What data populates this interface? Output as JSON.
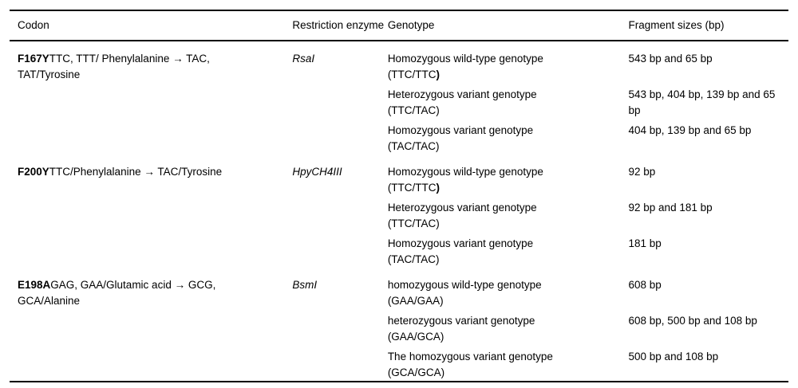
{
  "table": {
    "columns": [
      {
        "key": "codon",
        "label": "Codon"
      },
      {
        "key": "enzyme",
        "label": "Restriction enzyme"
      },
      {
        "key": "genotype",
        "label": "Genotype"
      },
      {
        "key": "fragment",
        "label": "Fragment sizes (bp)"
      }
    ],
    "rows": [
      {
        "codon_code": "F167Y",
        "codon_rest": "TTC, TTT/ Phenylalanine → TAC, TAT/Tyrosine",
        "enzyme": "RsaI",
        "entries": [
          {
            "genotype_line1": "Homozygous wild-type genotype",
            "genotype_line2_open": "(TTC/TTC",
            "genotype_line2_close": ")",
            "fragment": "543 bp and 65 bp"
          },
          {
            "genotype_line1": "Heterozygous variant genotype",
            "genotype_line2_open": "(TTC/TAC)",
            "genotype_line2_close": "",
            "fragment": "543 bp, 404 bp, 139 bp and 65 bp"
          },
          {
            "genotype_line1": "Homozygous variant genotype",
            "genotype_line2_open": "(TAC/TAC)",
            "genotype_line2_close": "",
            "fragment": "404 bp, 139 bp and 65 bp"
          }
        ]
      },
      {
        "codon_code": "F200Y",
        "codon_rest": "TTC/Phenylalanine → TAC/Tyrosine",
        "enzyme": "HpyCH4III",
        "entries": [
          {
            "genotype_line1": "Homozygous wild-type genotype",
            "genotype_line2_open": "(TTC/TTC",
            "genotype_line2_close": ")",
            "fragment": "92 bp"
          },
          {
            "genotype_line1": "Heterozygous variant genotype",
            "genotype_line2_open": "(TTC/TAC)",
            "genotype_line2_close": "",
            "fragment": "92 bp and 181 bp"
          },
          {
            "genotype_line1": "Homozygous variant genotype",
            "genotype_line2_open": "(TAC/TAC)",
            "genotype_line2_close": "",
            "fragment": "181 bp"
          }
        ]
      },
      {
        "codon_code": "E198A",
        "codon_rest": "GAG, GAA/Glutamic acid → GCG, GCA/Alanine",
        "enzyme": "BsmI",
        "entries": [
          {
            "genotype_line1": "homozygous wild-type genotype",
            "genotype_line2_open": "(GAA/GAA)",
            "genotype_line2_close": "",
            "fragment": "608 bp"
          },
          {
            "genotype_line1": "heterozygous variant genotype",
            "genotype_line2_open": "(GAA/GCA)",
            "genotype_line2_close": "",
            "fragment": "608 bp, 500 bp and 108 bp"
          },
          {
            "genotype_line1": "The homozygous variant genotype",
            "genotype_line2_open": "(GCA/GCA)",
            "genotype_line2_close": "",
            "fragment": "500 bp and 108 bp"
          }
        ]
      }
    ]
  },
  "style": {
    "rule_color": "#000000",
    "text_color": "#000000",
    "background": "#ffffff"
  }
}
